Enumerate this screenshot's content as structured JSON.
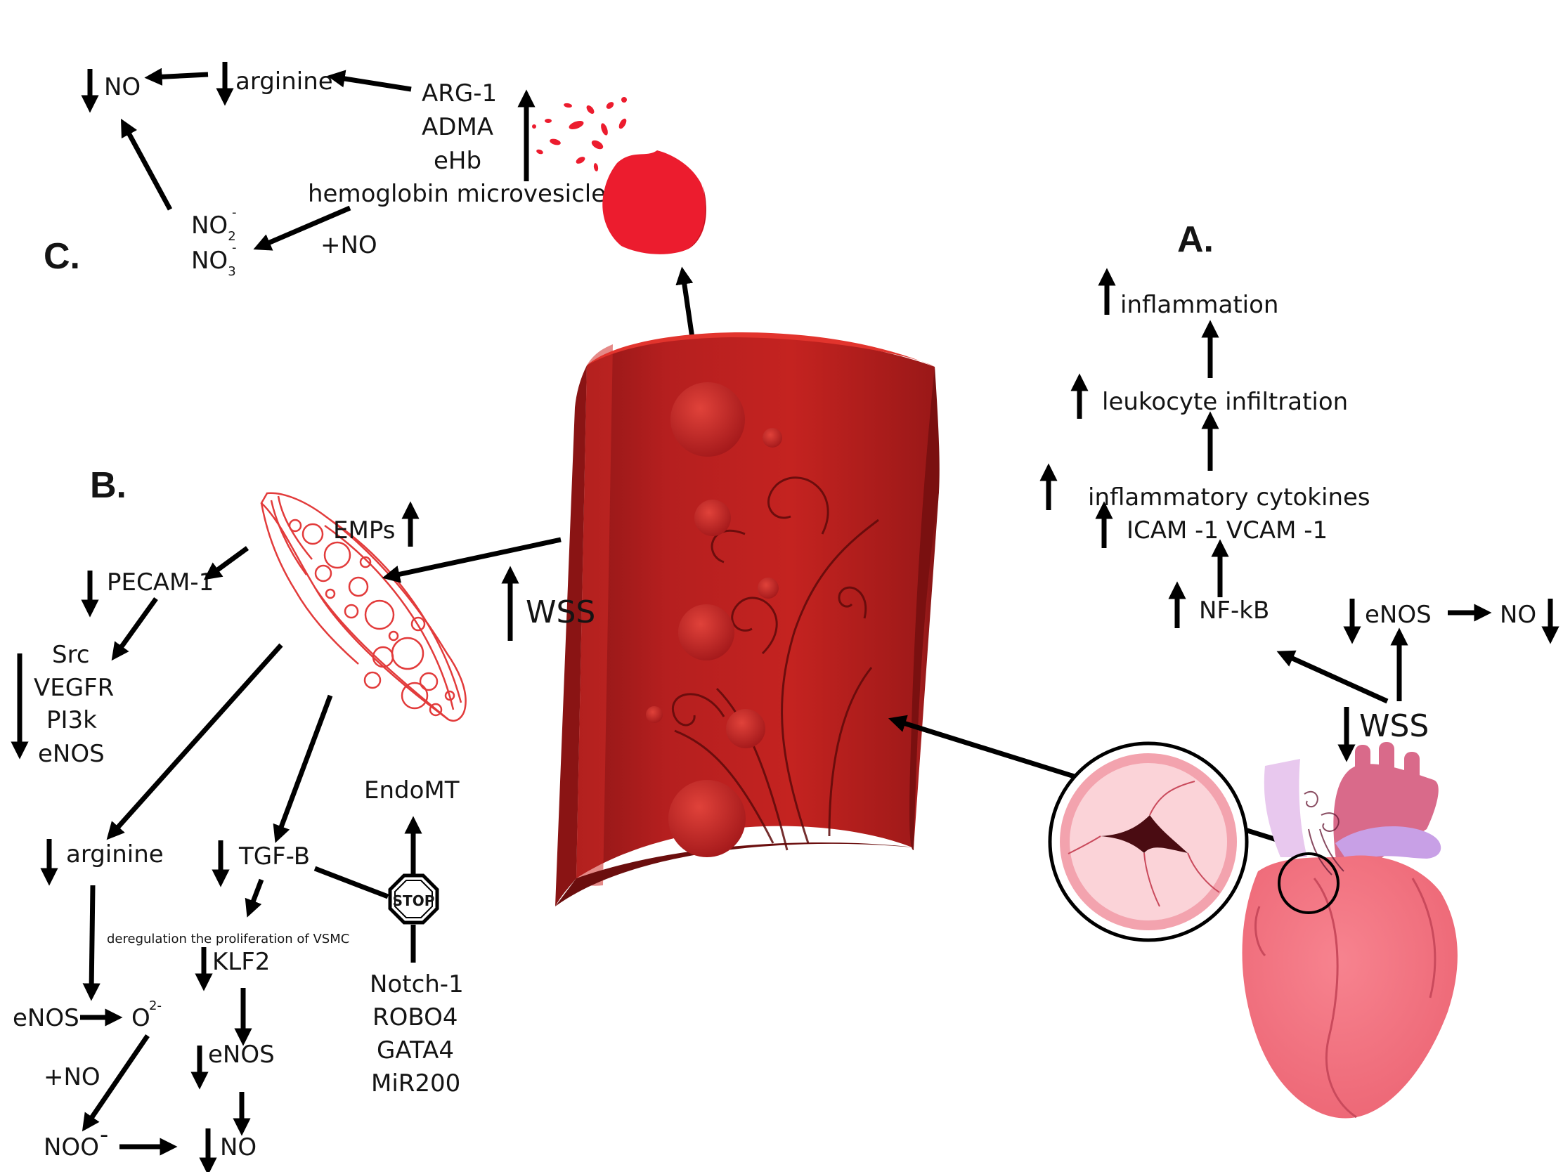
{
  "sections": {
    "a": "A.",
    "b": "B.",
    "c": "C."
  },
  "section_c": {
    "no": "NO",
    "arginine": "arginine",
    "arg1": "ARG-1",
    "adma": "ADMA",
    "ehb": "eHb",
    "hemoglobin": "hemoglobin microvesicles",
    "no2_base": "NO",
    "no2_sub": "2",
    "no2_sup": "-",
    "no3_base": "NO",
    "no3_sub": "3",
    "no3_sup": "-",
    "plus_no": "+NO"
  },
  "section_a": {
    "inflammation": "inflammation",
    "leukocyte": "leukocyte infiltration",
    "cytokines": "inflammatory cytokines",
    "icam": "ICAM -1 VCAM -1",
    "nfkb": "NF-kB",
    "enos": "eNOS",
    "no": "NO",
    "wss": "WSS"
  },
  "center": {
    "wss": "WSS"
  },
  "section_b": {
    "emps": "EMPs",
    "pecam": "PECAM-1",
    "src": "Src",
    "vegfr": "VEGFR",
    "pi3k": "PI3k",
    "enos_list": "eNOS",
    "arginine": "arginine",
    "tgfb": "TGF-B",
    "endomt": "EndoMT",
    "stop": "STOP",
    "notch": "Notch-1",
    "robo4": "ROBO4",
    "gata4": "GATA4",
    "mir200": "MiR200",
    "vsmc": "deregulation the proliferation of  VSMC",
    "klf2": "KLF2",
    "enos_left": "eNOS",
    "o2_base": "O",
    "o2_sup": "2-",
    "enos_mid": "eNOS",
    "plus_no": "+NO",
    "noo_base": "NOO",
    "noo_sup": "-",
    "no": "NO"
  },
  "colors": {
    "vessel_outer": "#a81c1c",
    "vessel_inner": "#c22220",
    "vessel_rim": "#e0302c",
    "rbc": "#ec1c2e",
    "heart": "#f26f7e",
    "heart_dark": "#d95566",
    "aorta": "#d96a8a",
    "vein": "#c9a0e6",
    "valve_bg": "#fbd3d8",
    "arrow": "#000000"
  }
}
